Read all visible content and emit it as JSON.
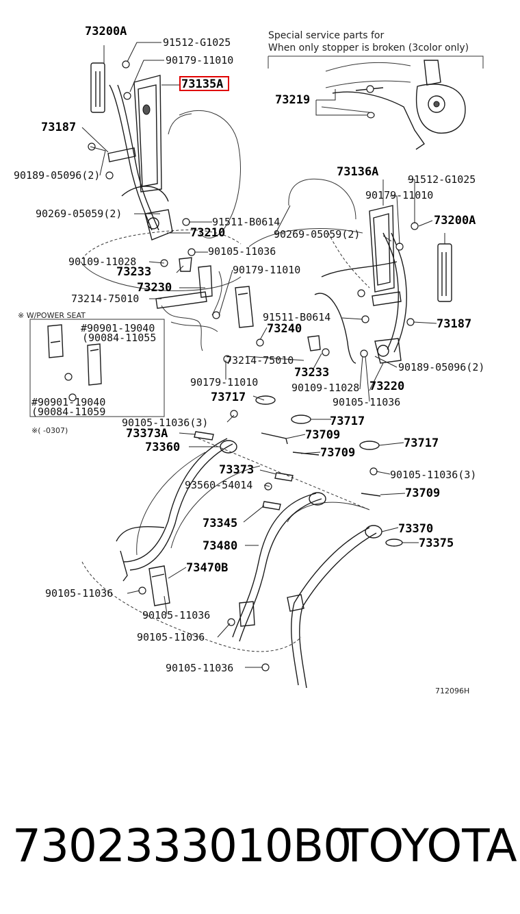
{
  "header_note": {
    "line1": "Special service parts for",
    "line2": "When only stopper is broken (3color only)"
  },
  "inset": {
    "title": "※ W/POWER SEAT",
    "label_a1": "#90901-19040",
    "label_a2": "(90084-11055",
    "label_b1": "#90901-19040",
    "label_b2": "(90084-11059"
  },
  "footnote_mark": "※(    -0307)",
  "diagram_code": "712096H",
  "highlight_color": "#e00000",
  "callouts": [
    {
      "id": "c1",
      "text": "73200A",
      "bold": true
    },
    {
      "id": "c2",
      "text": "91512-G1025"
    },
    {
      "id": "c3",
      "text": "90179-11010"
    },
    {
      "id": "c4",
      "text": "73135A",
      "bold": true,
      "highlighted": true
    },
    {
      "id": "c5",
      "text": "73219",
      "bold": true
    },
    {
      "id": "c6",
      "text": "73187",
      "bold": true
    },
    {
      "id": "c7",
      "text": "90189-05096(2)"
    },
    {
      "id": "c8",
      "text": "90269-05059(2)"
    },
    {
      "id": "c9",
      "text": "91511-B0614"
    },
    {
      "id": "c10",
      "text": "73210",
      "bold": true
    },
    {
      "id": "c11",
      "text": "90105-11036"
    },
    {
      "id": "c12",
      "text": "90109-11028"
    },
    {
      "id": "c13",
      "text": "73233",
      "bold": true
    },
    {
      "id": "c14",
      "text": "73230",
      "bold": true
    },
    {
      "id": "c15",
      "text": "73214-75010"
    },
    {
      "id": "c16",
      "text": "90179-11010"
    },
    {
      "id": "c17",
      "text": "73136A",
      "bold": true
    },
    {
      "id": "c18",
      "text": "91512-G1025"
    },
    {
      "id": "c19",
      "text": "90179-11010"
    },
    {
      "id": "c20",
      "text": "73200A",
      "bold": true
    },
    {
      "id": "c21",
      "text": "90269-05059(2)"
    },
    {
      "id": "c22",
      "text": "91511-B0614"
    },
    {
      "id": "c23",
      "text": "73187",
      "bold": true
    },
    {
      "id": "c24",
      "text": "73240",
      "bold": true
    },
    {
      "id": "c25",
      "text": "73214-75010"
    },
    {
      "id": "c26",
      "text": "73233",
      "bold": true
    },
    {
      "id": "c27",
      "text": "90189-05096(2)"
    },
    {
      "id": "c28",
      "text": "90179-11010"
    },
    {
      "id": "c29",
      "text": "90109-11028"
    },
    {
      "id": "c30",
      "text": "73220",
      "bold": true
    },
    {
      "id": "c31",
      "text": "73717",
      "bold": true
    },
    {
      "id": "c32",
      "text": "90105-11036"
    },
    {
      "id": "c33",
      "text": "90105-11036(3)"
    },
    {
      "id": "c34",
      "text": "73717",
      "bold": true
    },
    {
      "id": "c35",
      "text": "73373A",
      "bold": true
    },
    {
      "id": "c36",
      "text": "73709",
      "bold": true
    },
    {
      "id": "c37",
      "text": "73360",
      "bold": true
    },
    {
      "id": "c38",
      "text": "73709",
      "bold": true
    },
    {
      "id": "c39",
      "text": "73717",
      "bold": true
    },
    {
      "id": "c40",
      "text": "73373",
      "bold": true
    },
    {
      "id": "c41",
      "text": "90105-11036(3)"
    },
    {
      "id": "c42",
      "text": "93560-54014"
    },
    {
      "id": "c43",
      "text": "73709",
      "bold": true
    },
    {
      "id": "c44",
      "text": "73345",
      "bold": true
    },
    {
      "id": "c45",
      "text": "73370",
      "bold": true
    },
    {
      "id": "c46",
      "text": "73480",
      "bold": true
    },
    {
      "id": "c47",
      "text": "73375",
      "bold": true
    },
    {
      "id": "c48",
      "text": "73470B",
      "bold": true
    },
    {
      "id": "c49",
      "text": "90105-11036"
    },
    {
      "id": "c50",
      "text": "90105-11036"
    },
    {
      "id": "c51",
      "text": "90105-11036"
    },
    {
      "id": "c52",
      "text": "90105-11036"
    }
  ],
  "footer": {
    "part_number": "7302333010B0",
    "brand": "TOYOTA"
  }
}
